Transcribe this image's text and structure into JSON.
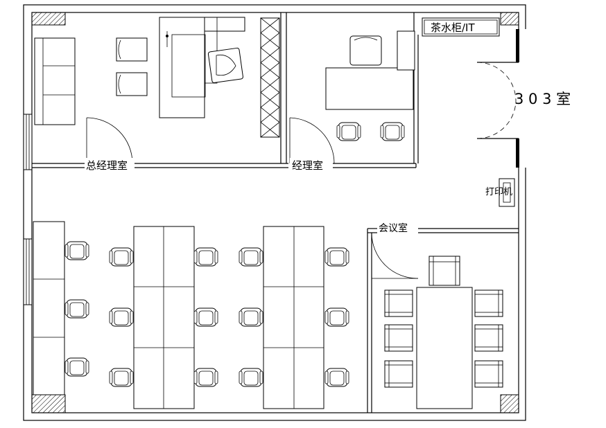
{
  "labels": {
    "gm_office": "总经理室",
    "manager_office": "经理室",
    "tea_cabinet": "茶水柜/IT",
    "room_number": "3 0 3 室",
    "printer": "打印机",
    "meeting_room": "会议室"
  }
}
